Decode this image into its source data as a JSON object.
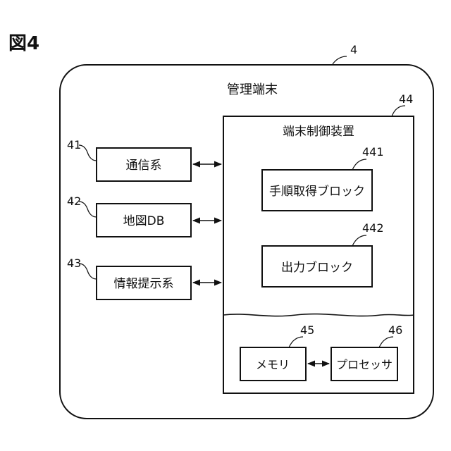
{
  "figure_label": "図4",
  "terminal": {
    "ref": "4",
    "title": "管理端末"
  },
  "controller": {
    "ref": "44",
    "title": "端末制御装置"
  },
  "blocks": {
    "comm": {
      "ref": "41",
      "label": "通信系"
    },
    "mapdb": {
      "ref": "42",
      "label": "地図DB"
    },
    "info": {
      "ref": "43",
      "label": "情報提示系"
    },
    "proc_acq": {
      "ref": "441",
      "label": "手順取得ブロック"
    },
    "output": {
      "ref": "442",
      "label": "出力ブロック"
    },
    "memory": {
      "ref": "45",
      "label": "メモリ"
    },
    "processor": {
      "ref": "46",
      "label": "プロセッサ"
    }
  }
}
